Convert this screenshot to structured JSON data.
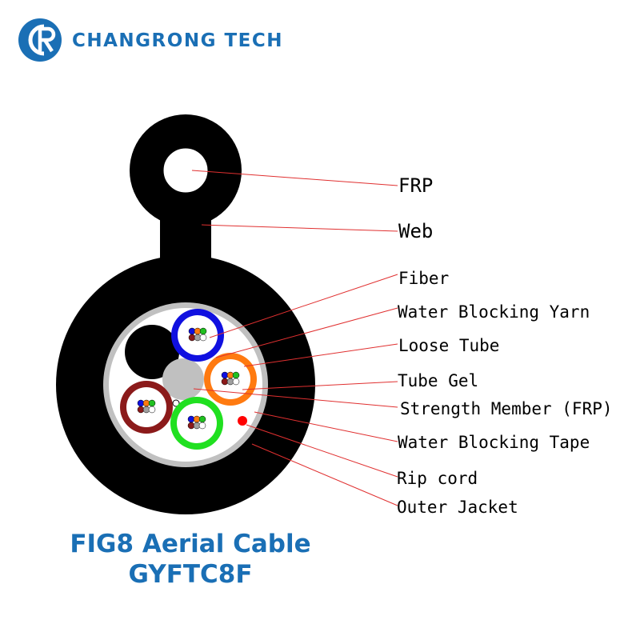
{
  "brand": {
    "name": "CHANGRONG TECH",
    "color": "#1a6fb5"
  },
  "labels": {
    "frp": "FRP",
    "web": "Web",
    "fiber": "Fiber",
    "water_blocking_yarn": "Water Blocking Yarn",
    "loose_tube": "Loose Tube",
    "tube_gel": "Tube Gel",
    "strength_member": "Strength Member (FRP)",
    "water_blocking_tape": "Water Blocking Tape",
    "rip_cord": "Rip cord",
    "outer_jacket": "Outer Jacket"
  },
  "title": {
    "line1": "FIG8 Aerial Cable",
    "line2": "GYFTC8F",
    "color": "#1a6fb5"
  },
  "colors": {
    "jacket": "#000000",
    "tape": "#c0c0c0",
    "leader": "#e03030",
    "tube_blue": "#1010e0",
    "tube_orange": "#ff7a10",
    "tube_green": "#20e020",
    "tube_brown": "#8b1a1a",
    "strength_member": "#c0c0c0",
    "rip_cord": "#ff0000",
    "fiber_colors": [
      "#1010e0",
      "#ff7a10",
      "#20c020",
      "#8b1a1a",
      "#a0a0a0",
      "#ffffff"
    ]
  }
}
